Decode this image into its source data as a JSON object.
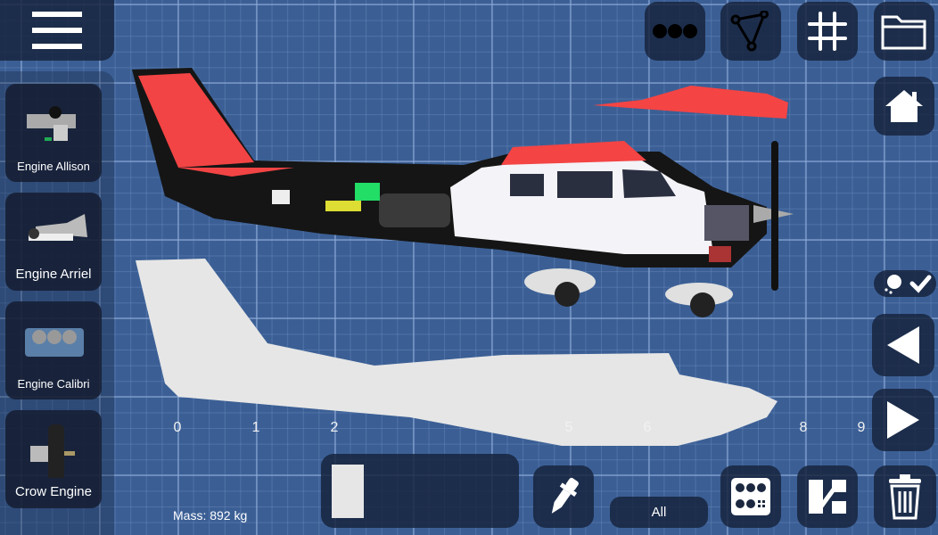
{
  "sidebar": {
    "parts": [
      {
        "label": "Engine Allison",
        "icon": "turboshaft-engine"
      },
      {
        "label": "Engine Arriel",
        "icon": "turboshaft-engine"
      },
      {
        "label": "Engine Calibri",
        "icon": "piston-engine"
      },
      {
        "label": "Crow Engine",
        "icon": "radial-engine"
      }
    ]
  },
  "toolbar": {
    "top": [
      "more-icon",
      "polygon-tool-icon",
      "grid-icon",
      "folder-icon"
    ],
    "home": "home-icon"
  },
  "ruler": {
    "labels": [
      "0",
      "1",
      "2",
      "5",
      "6",
      "8",
      "9"
    ]
  },
  "status": {
    "mass": "Mass: 892 kg"
  },
  "filter": {
    "label": "All"
  },
  "colors": {
    "background": "#3b5f95",
    "panel": "#18243e",
    "accent_red": "#f24444",
    "selected_color": "#e6e6e6"
  }
}
